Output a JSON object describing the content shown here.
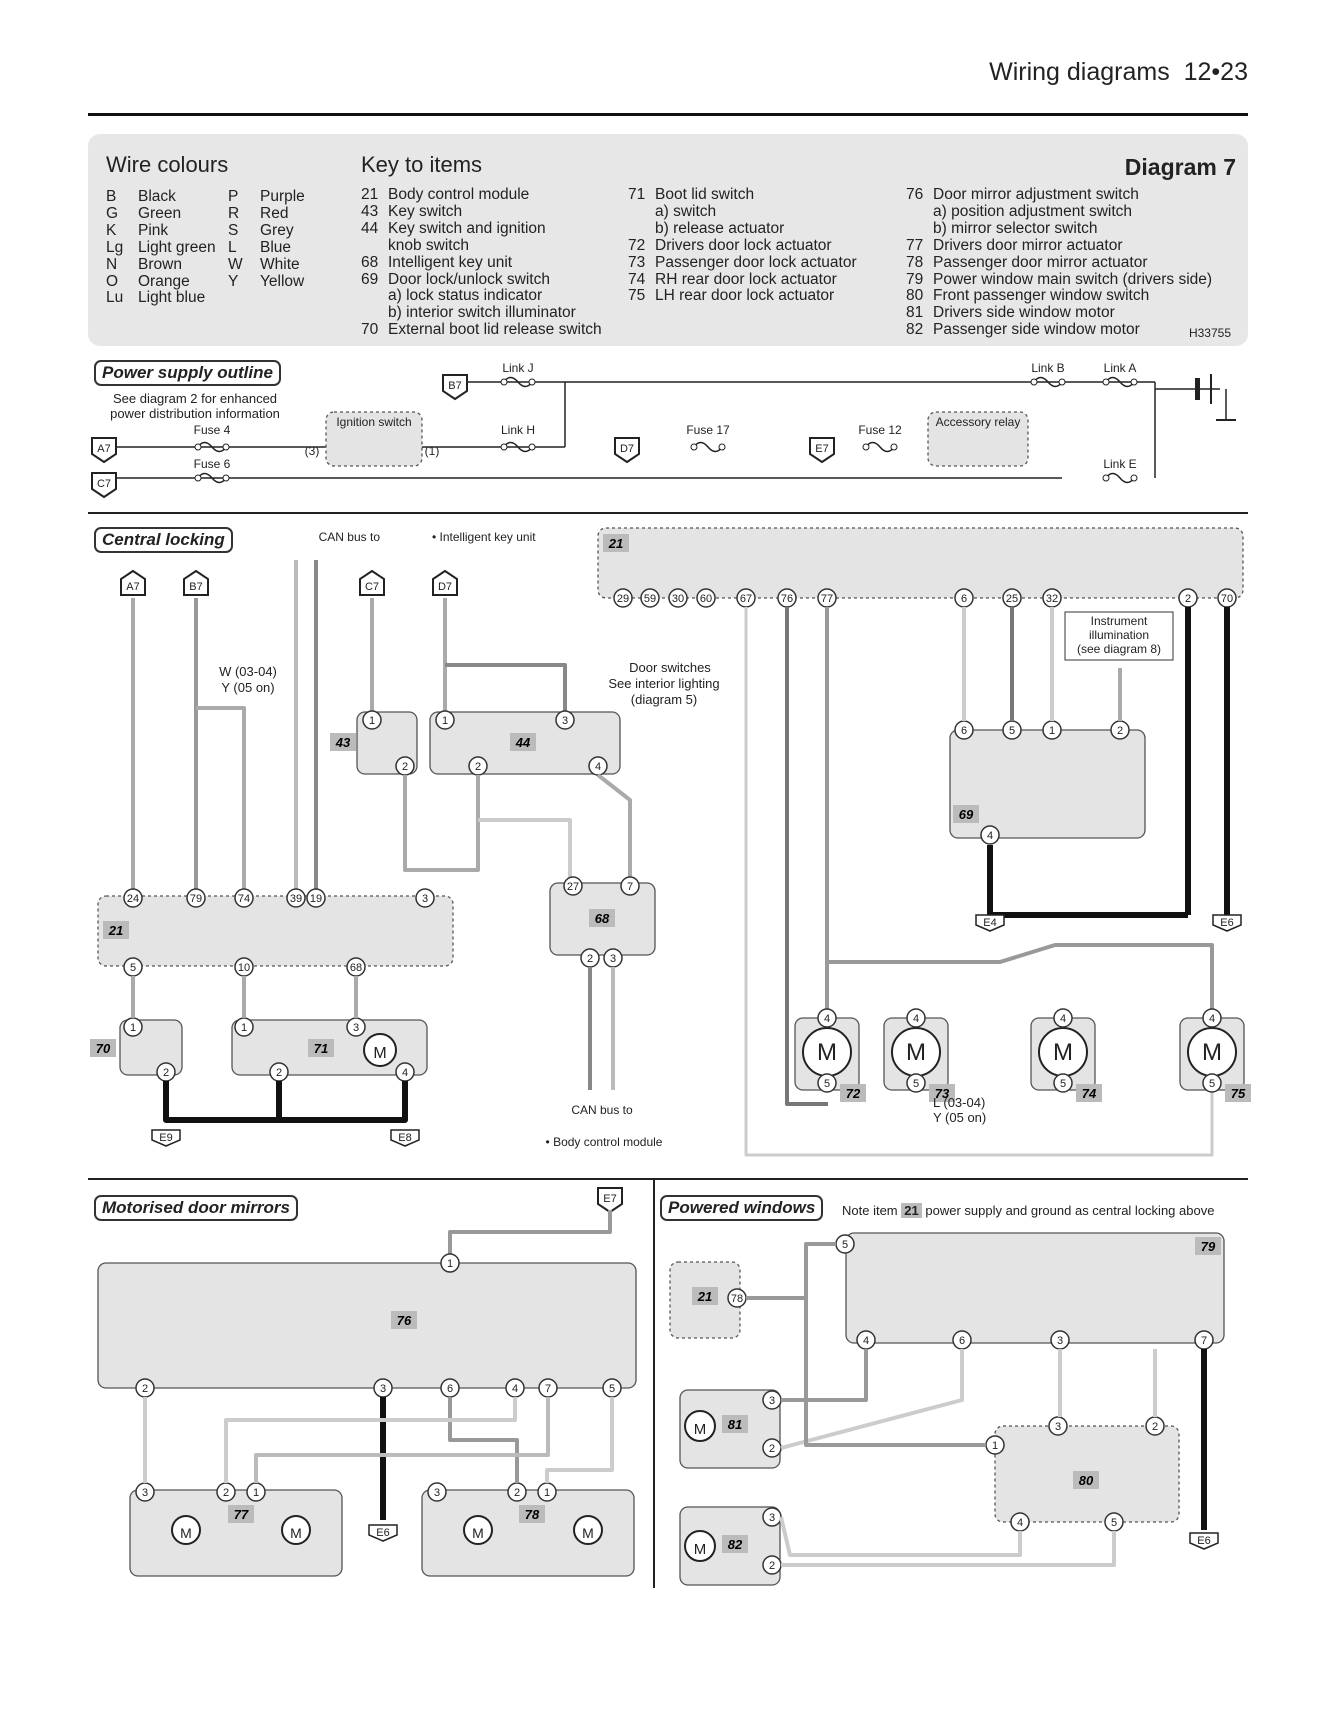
{
  "header": {
    "title": "Wiring diagrams",
    "page": "12•23"
  },
  "legend": {
    "wire_title": "Wire colours",
    "wires": [
      {
        "code": "B",
        "name": "Black"
      },
      {
        "code": "G",
        "name": "Green"
      },
      {
        "code": "K",
        "name": "Pink"
      },
      {
        "code": "Lg",
        "name": "Light green"
      },
      {
        "code": "N",
        "name": "Brown"
      },
      {
        "code": "O",
        "name": "Orange"
      },
      {
        "code": "Lu",
        "name": "Light blue"
      }
    ],
    "wires2": [
      {
        "code": "P",
        "name": "Purple"
      },
      {
        "code": "R",
        "name": "Red"
      },
      {
        "code": "S",
        "name": "Grey"
      },
      {
        "code": "L",
        "name": "Blue"
      },
      {
        "code": "W",
        "name": "White"
      },
      {
        "code": "Y",
        "name": "Yellow"
      }
    ],
    "key_title": "Key to items",
    "diagram": "Diagram 7",
    "code": "H33755",
    "key1": [
      {
        "n": "21",
        "t": "Body control module"
      },
      {
        "n": "43",
        "t": "Key switch"
      },
      {
        "n": "44",
        "t": "Key switch and ignition"
      },
      {
        "n": "",
        "t": "knob switch"
      },
      {
        "n": "68",
        "t": "Intelligent key unit"
      },
      {
        "n": "69",
        "t": "Door lock/unlock switch"
      },
      {
        "n": "",
        "t": "a) lock status indicator"
      },
      {
        "n": "",
        "t": "b) interior switch illuminator"
      },
      {
        "n": "70",
        "t": "External boot lid release switch"
      }
    ],
    "key2": [
      {
        "n": "71",
        "t": "Boot lid switch"
      },
      {
        "n": "",
        "t": "a) switch"
      },
      {
        "n": "",
        "t": "b) release actuator"
      },
      {
        "n": "72",
        "t": "Drivers door lock actuator"
      },
      {
        "n": "73",
        "t": "Passenger door lock actuator"
      },
      {
        "n": "74",
        "t": "RH rear door lock actuator"
      },
      {
        "n": "75",
        "t": "LH rear door lock actuator"
      }
    ],
    "key3": [
      {
        "n": "76",
        "t": "Door mirror adjustment switch"
      },
      {
        "n": "",
        "t": "a) position adjustment switch"
      },
      {
        "n": "",
        "t": "b) mirror selector switch"
      },
      {
        "n": "77",
        "t": "Drivers door mirror actuator"
      },
      {
        "n": "78",
        "t": "Passenger door mirror actuator"
      },
      {
        "n": "79",
        "t": "Power window main switch (drivers side)"
      },
      {
        "n": "80",
        "t": "Front passenger window switch"
      },
      {
        "n": "81",
        "t": "Drivers side window motor"
      },
      {
        "n": "82",
        "t": "Passenger side window motor"
      }
    ]
  },
  "sections": {
    "power": "Power supply outline",
    "power_note": "See diagram 2 for enhanced power distribution information",
    "central": "Central locking",
    "mirrors": "Motorised door mirrors",
    "windows": "Powered windows",
    "windows_note_a": "Note item",
    "windows_note_b": "power supply and ground as central locking above"
  },
  "power_labels": {
    "connectors": [
      "A7",
      "C7",
      "B7",
      "D7",
      "E7"
    ],
    "fuses": [
      "Fuse 4",
      "Fuse 6",
      "Fuse 17",
      "Fuse 12"
    ],
    "links": [
      "Link J",
      "Link H",
      "Link B",
      "Link A",
      "Link E"
    ],
    "ign": "Ignition switch",
    "acc": "Accessory relay",
    "pin3": "(3)",
    "pin1": "(1)"
  },
  "central_labels": {
    "can_top": "CAN bus to",
    "can_top2": "• Intelligent key unit",
    "can_bottom": "CAN bus to",
    "can_bottom2": "• Body control module",
    "door_switches": "Door switches",
    "door_switches2": "See interior lighting",
    "door_switches3": "(diagram 5)",
    "instr": "Instrument",
    "instr2": "illumination",
    "instr3": "(see diagram 8)",
    "wy1": "W (03-04)",
    "wy2": "Y  (05 on)",
    "ly1": "L (03-04)",
    "ly2": "Y (05 on)"
  },
  "items": [
    "21",
    "43",
    "44",
    "68",
    "69",
    "70",
    "71",
    "72",
    "73",
    "74",
    "75",
    "76",
    "77",
    "78",
    "79",
    "80",
    "81",
    "82"
  ],
  "grounds": [
    "E4",
    "E6",
    "E9",
    "E8",
    "E6",
    "E6"
  ]
}
